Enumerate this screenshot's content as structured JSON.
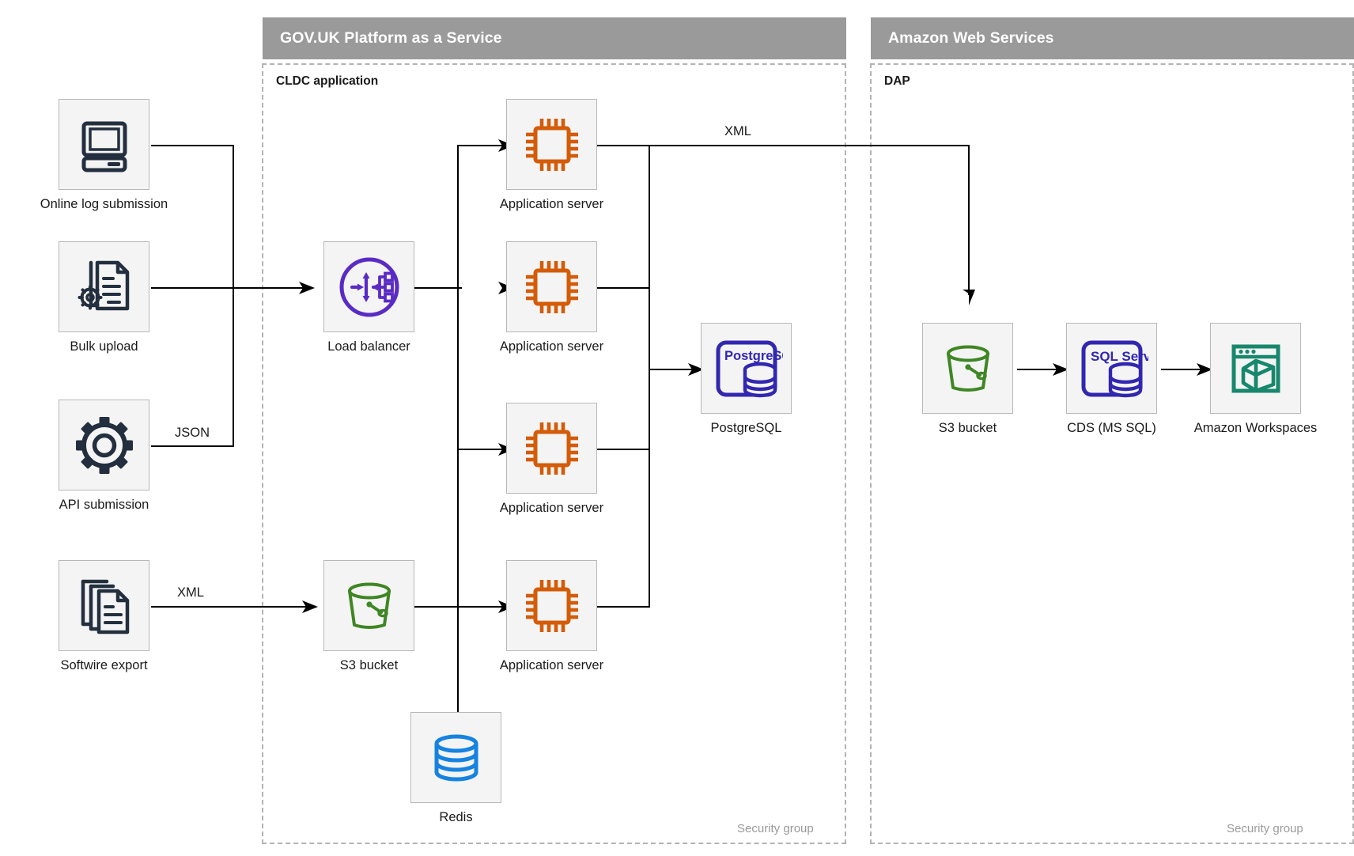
{
  "zones": [
    {
      "id": "paas",
      "title": "GOV.UK Platform as a Service"
    },
    {
      "id": "aws",
      "title": "Amazon Web Services"
    }
  ],
  "containers": [
    {
      "id": "cldc",
      "title": "CLDC application",
      "footer": "Security group"
    },
    {
      "id": "dap",
      "title": "DAP",
      "footer": "Security group"
    }
  ],
  "nodes": {
    "online_log": {
      "label": "Online log submission",
      "icon": "desktop-computer-icon",
      "color": "#232f3e"
    },
    "bulk_upload": {
      "label": "Bulk upload",
      "icon": "document-gear-icon",
      "color": "#232f3e"
    },
    "api_submission": {
      "label": "API submission",
      "icon": "gear-icon",
      "color": "#232f3e"
    },
    "softwire_export": {
      "label": "Softwire export",
      "icon": "documents-stack-icon",
      "color": "#232f3e"
    },
    "load_balancer": {
      "label": "Load balancer",
      "icon": "load-balancer-icon",
      "color": "#5a2bc4"
    },
    "app_server_1": {
      "label": "Application server",
      "icon": "cpu-chip-icon",
      "color": "#d45b07"
    },
    "app_server_2": {
      "label": "Application server",
      "icon": "cpu-chip-icon",
      "color": "#d45b07"
    },
    "app_server_3": {
      "label": "Application server",
      "icon": "cpu-chip-icon",
      "color": "#d45b07"
    },
    "app_server_4": {
      "label": "Application server",
      "icon": "cpu-chip-icon",
      "color": "#d45b07"
    },
    "s3_paas": {
      "label": "S3 bucket",
      "icon": "s3-bucket-icon",
      "color": "#3f8624"
    },
    "redis": {
      "label": "Redis",
      "icon": "database-cylinder-icon",
      "color": "#1683e0"
    },
    "postgresql": {
      "label": "PostgreSQL",
      "icon": "postgresql-icon",
      "color": "#3127b0",
      "badge": "PostgreSQL"
    },
    "s3_aws": {
      "label": "S3 bucket",
      "icon": "s3-bucket-icon",
      "color": "#3f8624"
    },
    "cds": {
      "label": "CDS (MS SQL)",
      "icon": "sql-server-icon",
      "color": "#3127b0",
      "badge": "SQL Server"
    },
    "workspaces": {
      "label": "Amazon Workspaces",
      "icon": "amazon-workspaces-icon",
      "color": "#17876d"
    }
  },
  "edge_labels": {
    "json": "JSON",
    "xml_softwire": "XML",
    "xml_app_to_s3": "XML"
  },
  "colors": {
    "zone_header_bg": "#9a9a9a",
    "zone_header_text": "#ffffff",
    "node_box_bg": "#f4f4f4",
    "node_box_border": "#b8b8b8",
    "dashed_border": "#b3b3b3",
    "wire": "#000000",
    "muted_text": "#9a9a9a"
  }
}
